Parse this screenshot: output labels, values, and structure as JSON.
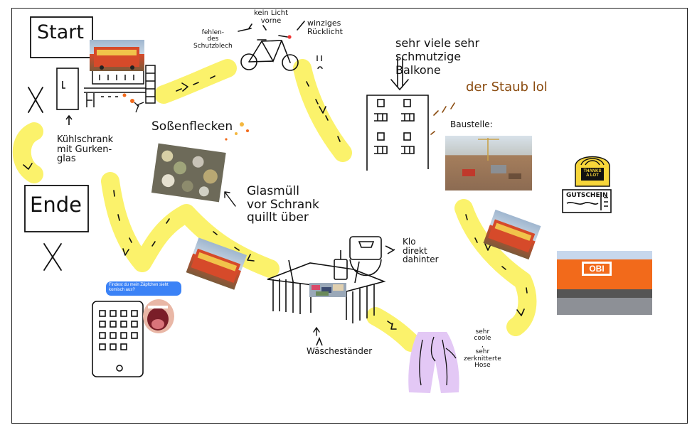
{
  "labels": {
    "start": "Start",
    "ende": "Ende",
    "kuehlschrank": "Kühlschrank\nmit Gurken-\nglas",
    "sossenflecken": "Soßenflecken",
    "fehlendes_schutzblech": "fehlen-\ndes\nSchutzblech",
    "kein_licht": "kein Licht\nvorne",
    "winziges_ruecklicht": "winziges\nRücklicht",
    "balkone": "sehr viele sehr\nschmutzige\nBalkone",
    "staub": "der Staub lol",
    "baustelle": "Baustelle:",
    "glasmuell": "Glasmüll\nvor Schrank\nquillt über",
    "klo": "Klo\ndirekt\ndahinter",
    "waeschestaender": "Wäscheständer",
    "hose": "sehr\ncoole\n,\nsehr\nzerknitterte\nHose",
    "gutschein": "GUTSCHEIN",
    "thanks": "THANKS\nA LOT",
    "chat_message": "Findest du mein Zäpfchen sieht komisch aus?",
    "obi_sign": "OBI"
  },
  "colors": {
    "highlighter": "#fbf26b",
    "ink": "#111111",
    "staub_ink": "#8a4b0f",
    "hose_fill": "#e3c8f5",
    "obi_orange": "#f26a1b",
    "chat_blue": "#3b82f6",
    "sticker_yellow": "#f7d63a"
  },
  "icons": [
    "bicycle-icon",
    "fridge-icon",
    "kitchen-counter-icon",
    "apartment-building-icon",
    "phone-icon",
    "toilet-icon",
    "drying-rack-icon",
    "trousers-icon",
    "voucher-icon",
    "thanks-sticker-icon",
    "cross-mark-icon",
    "arrow-icon"
  ]
}
